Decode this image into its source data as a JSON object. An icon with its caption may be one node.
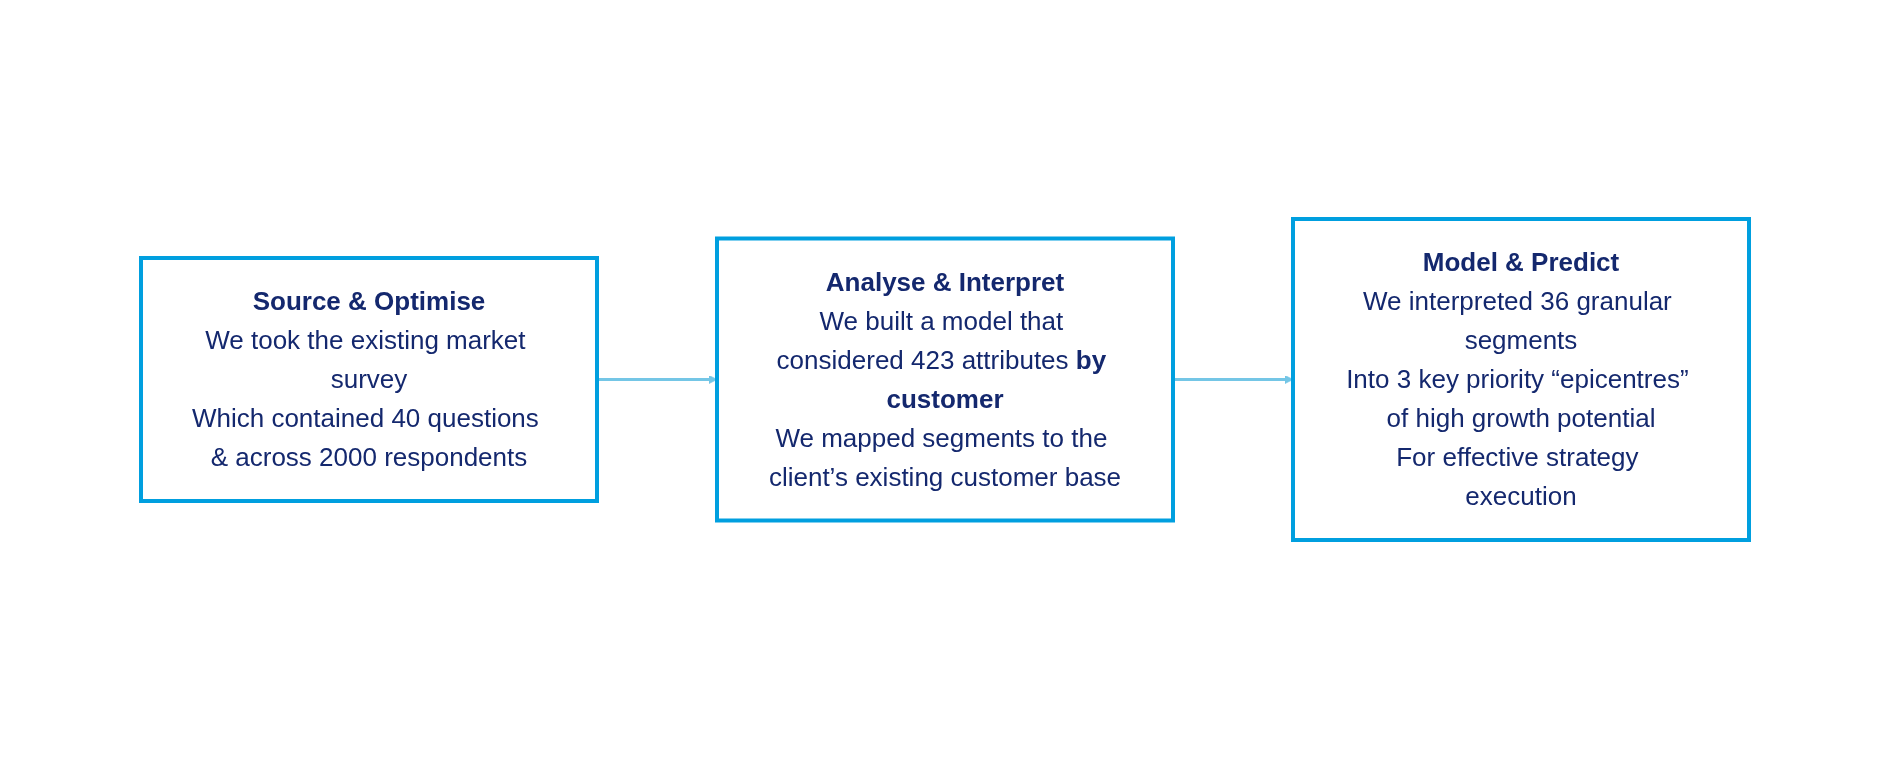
{
  "diagram": {
    "nodes": [
      {
        "text": [
          "Source & Optimise",
          "We took the existing market survey",
          "Which contained 40 questions & across 2000 respondents"
        ]
      },
      {
        "text": [
          "Analyse & Interpret",
          "We built a model that considered 423 attributes **by customer**",
          "We mapped segments to the client’s existing customer base"
        ]
      },
      {
        "text": [
          "Model & Predict",
          "We interpreted 36 granular segments",
          "Into 3 key priority “epicentres” of high growth potential",
          "For effective strategy execution"
        ]
      }
    ],
    "edges": [
      {
        "from": 0,
        "to": 1,
        "arrow": "to"
      },
      {
        "from": 1,
        "to": 2,
        "arrow": "to"
      }
    ]
  }
}
